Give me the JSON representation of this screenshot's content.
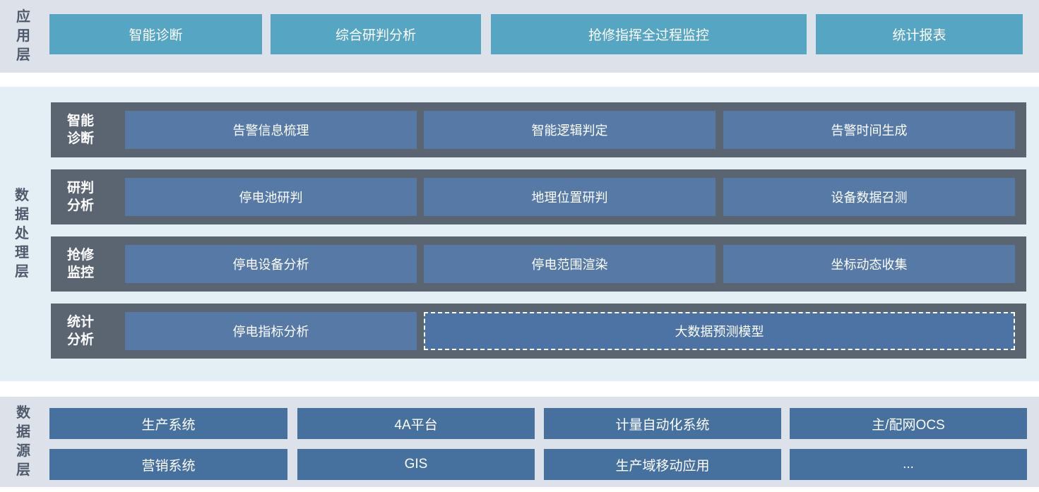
{
  "app_layer": {
    "label": "应用层",
    "buttons": [
      "智能诊断",
      "综合研判分析",
      "抢修指挥全过程监控",
      "统计报表"
    ]
  },
  "processing_layer": {
    "label": "数据处理层",
    "rows": [
      {
        "label": "智能诊断",
        "boxes": [
          "告警信息梳理",
          "智能逻辑判定",
          "告警时间生成"
        ]
      },
      {
        "label": "研判分析",
        "boxes": [
          "停电池研判",
          "地理位置研判",
          "设备数据召测"
        ]
      },
      {
        "label": "抢修监控",
        "boxes": [
          "停电设备分析",
          "停电范围渲染",
          "坐标动态收集"
        ]
      },
      {
        "label": "统计分析",
        "boxes": [
          "停电指标分析",
          "大数据预测模型"
        ],
        "dashed_box": "大数据预测模型"
      }
    ]
  },
  "source_layer": {
    "label": "数据源层",
    "rows": [
      [
        "生产系统",
        "4A平台",
        "计量自动化系统",
        "主/配网OCS"
      ],
      [
        "营销系统",
        "GIS",
        "生产域移动应用",
        "..."
      ]
    ]
  },
  "colors": {
    "app_section_bg": "#dde2ea",
    "processing_section_bg": "#e4eef5",
    "source_section_bg": "#dde2ea",
    "app_button": "#56a6c3",
    "processing_row_bg": "#5b6471",
    "processing_box": "#5679a6",
    "dashed_box": "#4c73a3",
    "source_box": "#46709e",
    "layer_label_text": "#4f5b6c",
    "box_text": "#ffffff"
  }
}
